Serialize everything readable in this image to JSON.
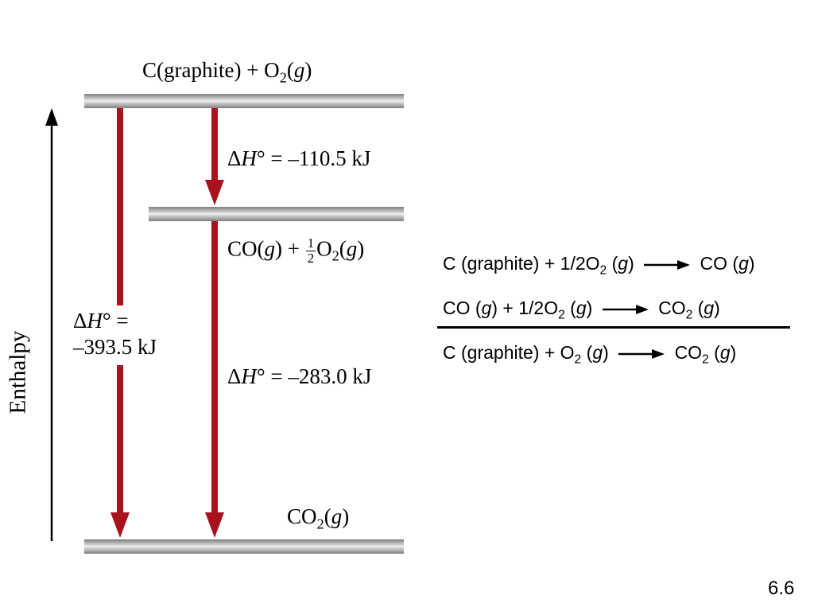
{
  "diagram": {
    "axis_label": "Enthalpy",
    "levels": {
      "top": {
        "species_a": "C(graphite) + O",
        "sub_a": "2",
        "phase_a": "(",
        "g_a": "g",
        "close_a": ")"
      },
      "middle": {
        "lead": "CO(",
        "g1": "g",
        "mid": ") + ",
        "frac_num": "1",
        "frac_den": "2",
        "o": "O",
        "sub": "2",
        "open": "(",
        "g2": "g",
        "close": ")"
      },
      "bottom": {
        "lead": "CO",
        "sub": "2",
        "open": "(",
        "g": "g",
        "close": ")"
      }
    },
    "dh_labels": {
      "step1": {
        "delta": "Δ",
        "h": "H",
        "rest": "° = –110.5 kJ"
      },
      "step2": {
        "delta": "Δ",
        "h": "H",
        "rest": "° = –283.0 kJ"
      },
      "overall": {
        "delta": "Δ",
        "h": "H",
        "rest": "° =",
        "value": "–393.5 kJ"
      }
    },
    "colors": {
      "arrow": "#a8121e",
      "level": "#bdbdbd",
      "axis": "#000000"
    }
  },
  "equations": [
    {
      "lhs_a": "C (graphite) + 1/2O",
      "lhs_sub": "2",
      "lhs_open": " (",
      "lhs_g": "g",
      "lhs_close": ")",
      "rhs_a": "CO (",
      "rhs_sub": "",
      "rhs_mid": "",
      "rhs_g": "g",
      "rhs_close": ")"
    },
    {
      "lhs_a": "CO (",
      "lhs_g0": "g",
      "lhs_b": ") + 1/2O",
      "lhs_sub": "2",
      "lhs_open": " (",
      "lhs_g": "g",
      "lhs_close": ")",
      "rhs_a": "CO",
      "rhs_sub": "2",
      "rhs_mid": " (",
      "rhs_g": "g",
      "rhs_close": ")"
    },
    {
      "lhs_a": "C (graphite) + O",
      "lhs_sub": "2",
      "lhs_open": " (",
      "lhs_g": "g",
      "lhs_close": ")",
      "rhs_a": "CO",
      "rhs_sub": "2",
      "rhs_mid": " (",
      "rhs_g": "g",
      "rhs_close": ")"
    }
  ],
  "slide_number": "6.6"
}
